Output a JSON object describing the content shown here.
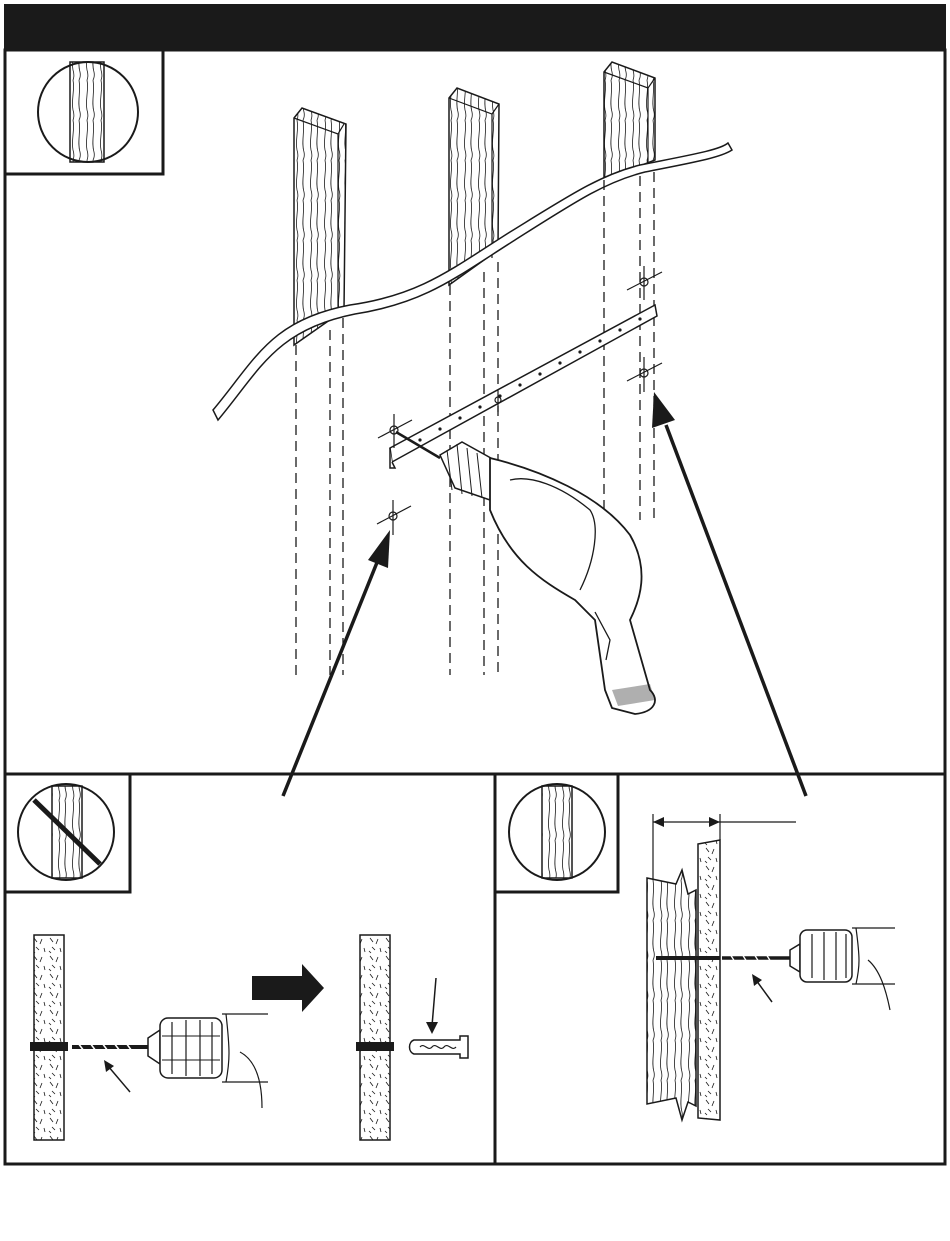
{
  "header": {
    "title": ""
  },
  "colors": {
    "ink": "#1a1a1a",
    "paper": "#ffffff",
    "header_bar": "#1a1a1a"
  },
  "panels": [
    {
      "id": "main",
      "icon": "wood-stud-icon",
      "caption": ""
    },
    {
      "id": "no-stud",
      "icon": "no-stud-icon",
      "caption": ""
    },
    {
      "id": "stud",
      "icon": "wood-stud-icon",
      "caption": ""
    }
  ],
  "icons": [
    "wood-stud-icon",
    "no-stud-icon",
    "power-drill-icon",
    "drill-bit-icon",
    "wall-anchor-icon",
    "wall-bracket-icon",
    "arrow-icon"
  ]
}
